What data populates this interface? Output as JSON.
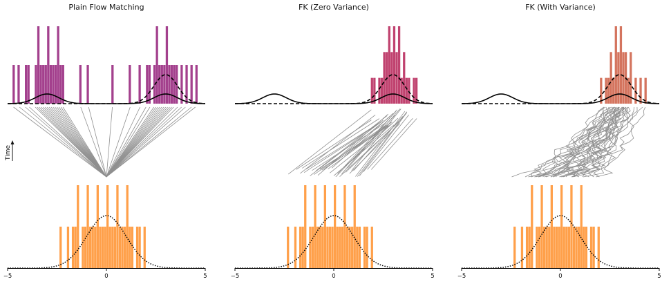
{
  "figure": {
    "time_axis_label": "Time"
  },
  "colors": {
    "target_plain": "#a3408d",
    "target_fk_zero": "#c0426f",
    "target_fk_var": "#d4745e",
    "source_hist": "#ffa04a",
    "paths": "#8f8f8f",
    "curve": "#000000"
  },
  "chart_data": [
    {
      "type": "bar",
      "title": "Plain Flow Matching",
      "panel": "plain",
      "xlim": [
        -5,
        5
      ],
      "xticks": [
        "−5",
        "0",
        "5"
      ],
      "target_mixture": {
        "means": [
          -3,
          3
        ],
        "std": 0.6,
        "weights": [
          0.5,
          0.5
        ]
      },
      "tilted_target": {
        "mean": 3,
        "std": 0.6
      },
      "target_samples": [
        -4.7,
        -4.4,
        -4.1,
        -3.9,
        -3.6,
        -3.5,
        -3.4,
        -3.3,
        -3.2,
        -3.1,
        -3.0,
        -2.9,
        -2.8,
        -2.7,
        -2.6,
        -2.5,
        -2.4,
        -2.3,
        -2.2,
        -1.3,
        -0.9,
        0.3,
        1.2,
        1.7,
        2.0,
        2.2,
        2.4,
        2.5,
        2.6,
        2.7,
        2.8,
        2.9,
        3.0,
        3.1,
        3.2,
        3.3,
        3.4,
        3.6,
        3.8,
        4.0,
        4.3,
        4.5
      ],
      "source_samples": [
        -2.3,
        -1.9,
        -1.7,
        -1.6,
        -1.5,
        -1.4,
        -1.2,
        -1.1,
        -1.0,
        -0.9,
        -0.8,
        -0.7,
        -0.6,
        -0.5,
        -0.4,
        -0.3,
        -0.2,
        -0.1,
        0.0,
        0.1,
        0.2,
        0.3,
        0.4,
        0.5,
        0.6,
        0.7,
        0.8,
        0.9,
        1.0,
        1.1,
        1.2,
        1.3,
        1.5,
        1.7,
        1.9
      ],
      "source_density": {
        "mean": 0,
        "std": 1
      }
    },
    {
      "type": "bar",
      "title": "FK (Zero Variance)",
      "panel": "fk_zero",
      "xlim": [
        -5,
        5
      ],
      "xticks": [
        "−5",
        "0",
        "5"
      ],
      "target_mixture": {
        "means": [
          -3,
          3
        ],
        "std": 0.6,
        "weights": [
          0.5,
          0.5
        ]
      },
      "tilted_target": {
        "mean": 3,
        "std": 0.6
      },
      "target_samples": [
        1.9,
        2.1,
        2.3,
        2.4,
        2.5,
        2.6,
        2.65,
        2.7,
        2.75,
        2.8,
        2.85,
        2.9,
        2.95,
        3.0,
        3.05,
        3.1,
        3.15,
        3.2,
        3.25,
        3.3,
        3.35,
        3.4,
        3.5,
        3.6,
        3.7,
        3.8,
        4.0,
        4.2
      ],
      "source_samples": [
        -2.3,
        -1.9,
        -1.7,
        -1.6,
        -1.5,
        -1.4,
        -1.2,
        -1.1,
        -1.0,
        -0.9,
        -0.8,
        -0.7,
        -0.6,
        -0.5,
        -0.4,
        -0.3,
        -0.2,
        -0.1,
        0.0,
        0.1,
        0.2,
        0.3,
        0.4,
        0.5,
        0.6,
        0.7,
        0.8,
        0.9,
        1.0,
        1.1,
        1.2,
        1.3,
        1.5,
        1.7,
        1.9
      ],
      "source_density": {
        "mean": 0,
        "std": 1
      }
    },
    {
      "type": "bar",
      "title": "FK (With Variance)",
      "panel": "fk_var",
      "xlim": [
        -5,
        5
      ],
      "xticks": [
        "−5",
        "0",
        "5"
      ],
      "target_mixture": {
        "means": [
          -3,
          3
        ],
        "std": 0.6,
        "weights": [
          0.5,
          0.5
        ]
      },
      "tilted_target": {
        "mean": 3,
        "std": 0.6
      },
      "target_samples": [
        2.1,
        2.3,
        2.4,
        2.5,
        2.6,
        2.7,
        2.75,
        2.8,
        2.85,
        2.9,
        2.95,
        3.0,
        3.05,
        3.1,
        3.15,
        3.2,
        3.25,
        3.3,
        3.4,
        3.5,
        3.6,
        3.8,
        4.0,
        4.3
      ],
      "source_samples": [
        -2.3,
        -1.9,
        -1.7,
        -1.6,
        -1.5,
        -1.4,
        -1.2,
        -1.1,
        -1.0,
        -0.9,
        -0.8,
        -0.7,
        -0.6,
        -0.5,
        -0.4,
        -0.3,
        -0.2,
        -0.1,
        0.0,
        0.1,
        0.2,
        0.3,
        0.4,
        0.5,
        0.6,
        0.7,
        0.8,
        0.9,
        1.0,
        1.1,
        1.2,
        1.3,
        1.5,
        1.7,
        1.9
      ],
      "source_density": {
        "mean": 0,
        "std": 1
      }
    }
  ]
}
